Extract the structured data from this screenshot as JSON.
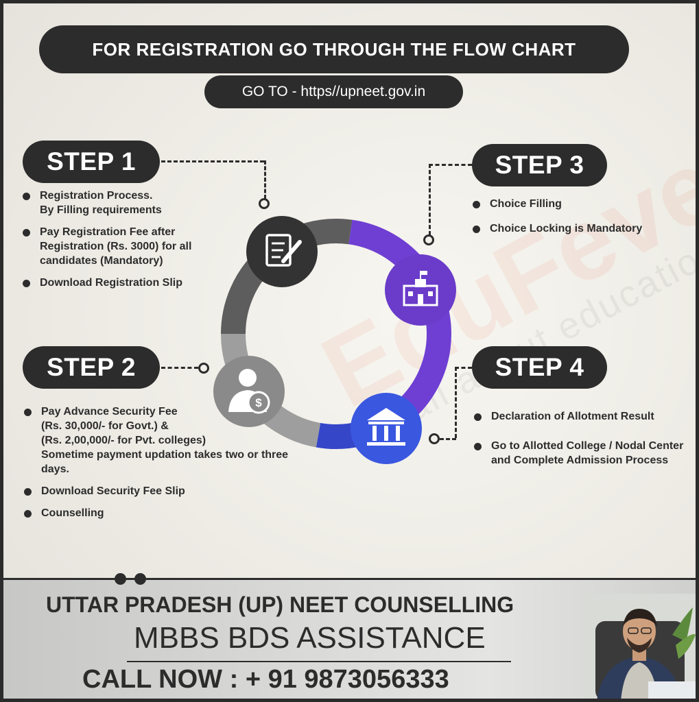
{
  "header": {
    "title": "FOR REGISTRATION GO THROUGH THE FLOW CHART",
    "url_line": "GO TO - https//upneet.gov.in"
  },
  "steps": [
    {
      "label": "STEP 1",
      "bullets": [
        "Registration Process.\nBy Filling requirements",
        "Pay Registration Fee after Registration (Rs. 3000) for all candidates (Mandatory)",
        "Download Registration Slip"
      ]
    },
    {
      "label": "STEP 2",
      "bullets": [
        "Pay Advance Security Fee\n(Rs. 30,000/- for Govt.) &\n(Rs. 2,00,000/- for Pvt. colleges)\nSometime payment updation takes two or three days.",
        "Download Security Fee Slip",
        "Counselling"
      ]
    },
    {
      "label": "STEP 3",
      "bullets": [
        "Choice Filling",
        "Choice Locking is Mandatory"
      ]
    },
    {
      "label": "STEP 4",
      "bullets": [
        "Declaration of Allotment Result",
        "Go to Allotted College / Nodal Center and Complete Admission Process"
      ]
    }
  ],
  "watermark": {
    "brand": "EduFever",
    "tagline": "It's all about education"
  },
  "footer": {
    "line1": "UTTAR PRADESH (UP) NEET COUNSELLING",
    "line2": "MBBS BDS ASSISTANCE",
    "line3": "CALL NOW : + 91 9873056333"
  },
  "colors": {
    "dark": "#2c2c2c",
    "ring_dark_gray": "#5d5d5d",
    "ring_light_gray": "#9e9e9e",
    "ring_purple": "#6f3fd3",
    "ring_blue": "#3546c9",
    "icon_dark": "#333333",
    "icon_gray": "#8a8a8a",
    "icon_purple": "#6a3cc9",
    "icon_blue": "#3a57e0"
  },
  "icons": [
    "form-pencil-icon",
    "user-rupee-icon",
    "school-building-icon",
    "bank-institution-icon"
  ]
}
